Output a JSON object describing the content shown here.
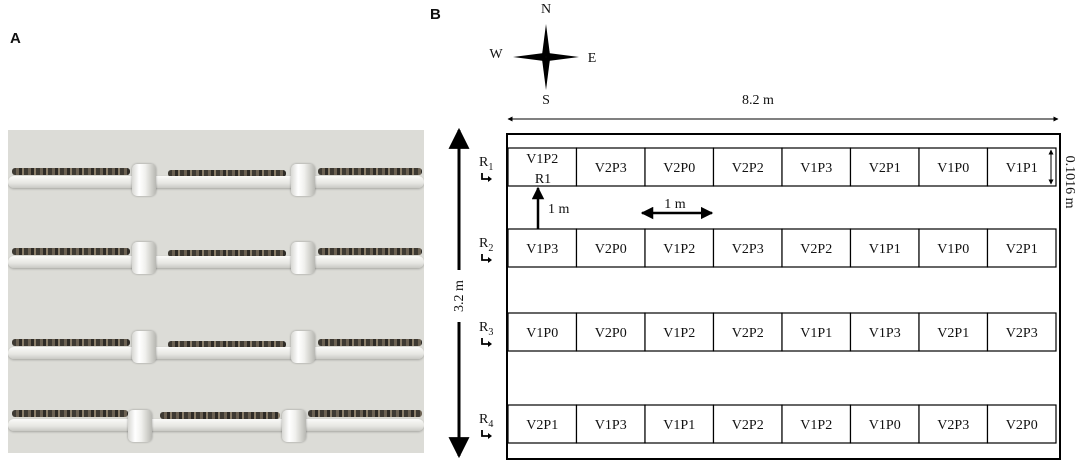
{
  "panels": {
    "a_label": "A",
    "b_label": "B"
  },
  "compass": {
    "north": "N",
    "south": "S",
    "east": "E",
    "west": "W"
  },
  "dimensions": {
    "width": "8.2 m",
    "height": "3.2 m",
    "pipe_diameter": "0.1016 m",
    "row_gap": "1 m",
    "plot_length": "1 m"
  },
  "rows": [
    {
      "label": "R",
      "sub": "1",
      "cells": [
        "V1P2",
        "V2P3",
        "V2P0",
        "V2P2",
        "V1P3",
        "V2P1",
        "V1P0",
        "V1P1"
      ]
    },
    {
      "label": "R",
      "sub": "2",
      "cells": [
        "V1P3",
        "V2P0",
        "V1P2",
        "V2P3",
        "V2P2",
        "V1P1",
        "V1P0",
        "V2P1"
      ]
    },
    {
      "label": "R",
      "sub": "3",
      "cells": [
        "V1P0",
        "V2P0",
        "V1P2",
        "V2P2",
        "V1P1",
        "V1P3",
        "V2P1",
        "V2P3"
      ]
    },
    {
      "label": "R",
      "sub": "4",
      "cells": [
        "V2P1",
        "V1P3",
        "V1P1",
        "V2P2",
        "V1P2",
        "V1P0",
        "V2P3",
        "V2P0"
      ]
    }
  ],
  "first_cell_subtext": "R1"
}
